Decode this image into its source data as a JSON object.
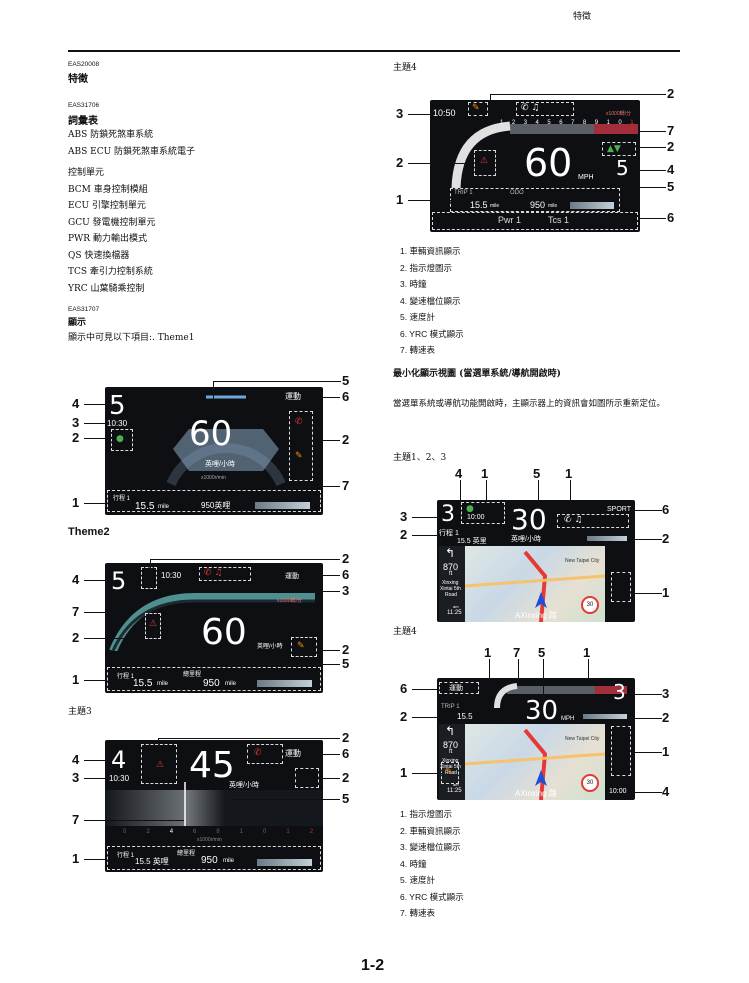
{
  "header": {
    "section": "特徵"
  },
  "left": {
    "code1": "EAS20008",
    "title1": "特徵",
    "code2": "EAS31706",
    "glossary_title": "詞彙表",
    "glossary": [
      "ABS 防鎖死煞車系統",
      "ABS ECU 防鎖死煞車系統電子",
      "控制單元",
      "BCM 車身控制模組",
      "ECU 引擎控制單元",
      "GCU 發電機控制單元",
      "PWR 動力輸出模式",
      "QS 快速換檔器",
      "TCS 牽引力控制系統",
      "YRC 山葉騎乘控制"
    ],
    "code3": "EAS31707",
    "display_title": "顯示",
    "display_text": "顯示中可見以下項目:. Theme1",
    "theme2_title": "Theme2",
    "theme3_title": "主題3"
  },
  "right": {
    "theme4_title": "主題4",
    "theme4_list": [
      "1. 車輛資訊顯示",
      "2. 指示燈圖示",
      "3. 時鐘",
      "4. 變速檔位顯示",
      "5. 速度計",
      "6. YRC 模式顯示",
      "7. 轉速表"
    ],
    "min_title": "最小化顯示視圖 (當選單系統/導航開啟時)",
    "min_text": "當選單系統或導航功能開啟時，主顯示器上的資訊會如圖所示重新定位。",
    "theme123_title": "主題1、2、3",
    "theme4b_title": "主題4",
    "theme4b_list": [
      "1. 指示燈圖示",
      "2. 車輛資訊顯示",
      "3. 變速檔位顯示",
      "4. 時鐘",
      "5. 速度計",
      "6. YRC 模式顯示",
      "7. 轉速表"
    ]
  },
  "screens": {
    "s1": {
      "gear": "5",
      "clock": "10:30",
      "speed": "60",
      "unit": "英哩/小時",
      "mode": "運動",
      "trip": "行程 1",
      "odo": "15.5",
      "odo_unit": "mile",
      "total": "950英哩",
      "rpm_label": "x1000r/min"
    },
    "s2": {
      "gear": "5",
      "clock": "10:30",
      "speed": "60",
      "unit": "英哩/小時",
      "mode": "運動",
      "trip": "行程 1",
      "odo_label": "總里程",
      "odo": "15.5",
      "odo_unit": "mile",
      "total": "950",
      "total_unit": "mile",
      "rpm_label": "x1000轉/分"
    },
    "s3": {
      "gear": "4",
      "clock": "10:30",
      "speed": "45",
      "unit": "英哩/小時",
      "mode": "運動",
      "trip": "行程 1",
      "odo_label": "總里程",
      "odo": "15.5 英哩",
      "total": "950",
      "total_unit": "mile",
      "rpm_label": "x1000r/min",
      "ticks": [
        "0",
        "2",
        "4",
        "6",
        "8",
        "10",
        "12"
      ]
    },
    "s4": {
      "clock": "10:50",
      "speed": "60",
      "unit": "MPH",
      "gear": "5",
      "trip": "TRIP 1",
      "odo_label": "ODO",
      "odo": "15.5",
      "odo_unit": "mile",
      "total": "950",
      "total_unit": "mile",
      "pwr": "Pwr 1",
      "tcs": "Tcs 1",
      "rpm_label": "x1000轉/分",
      "ticks": [
        "1",
        "2",
        "3",
        "4",
        "5",
        "6",
        "7",
        "8",
        "9",
        "10",
        "11",
        "12"
      ]
    },
    "s5": {
      "gear": "3",
      "clock": "10:00",
      "speed": "30",
      "mode": "SPORT",
      "trip": "行程 1",
      "odo": "15.5 英里",
      "unit": "英哩/小時",
      "dist": "870",
      "dist_unit": "ft",
      "street1": "Xinxing",
      "street2": "Xintai 5th",
      "street3": "Road",
      "eta_label": "am",
      "eta": "11:25",
      "road": "AXinxing 路",
      "limit": "30",
      "city": "New Taipei City"
    },
    "s6": {
      "gear": "3",
      "clock": "10:00",
      "speed": "30",
      "mode": "運動",
      "trip": "TRIP 1",
      "odo": "15.5",
      "unit": "MPH",
      "dist": "870",
      "dist_unit": "ft",
      "street1": "Xinxing",
      "street2": "Xintai 5th",
      "street3": "Road",
      "eta_label": "am",
      "eta": "11:25",
      "road": "AXinxing 路",
      "limit": "30",
      "city": "New Taipei City"
    }
  },
  "callouts": {
    "s1": [
      "4",
      "3",
      "2",
      "1",
      "5",
      "6",
      "2",
      "7"
    ],
    "s2": [
      "4",
      "7",
      "2",
      "1",
      "2",
      "6",
      "3",
      "2",
      "5"
    ],
    "s3": [
      "4",
      "3",
      "7",
      "1",
      "2",
      "6",
      "2",
      "5"
    ],
    "s4": [
      "3",
      "2",
      "1",
      "2",
      "7",
      "2",
      "4",
      "5",
      "6"
    ],
    "s5": [
      "4",
      "1",
      "5",
      "1",
      "3",
      "2",
      "6",
      "2",
      "1"
    ],
    "s6": [
      "1",
      "7",
      "5",
      "1",
      "6",
      "2",
      "1",
      "3",
      "2",
      "1",
      "4"
    ]
  },
  "footer": {
    "page": "1-2"
  }
}
